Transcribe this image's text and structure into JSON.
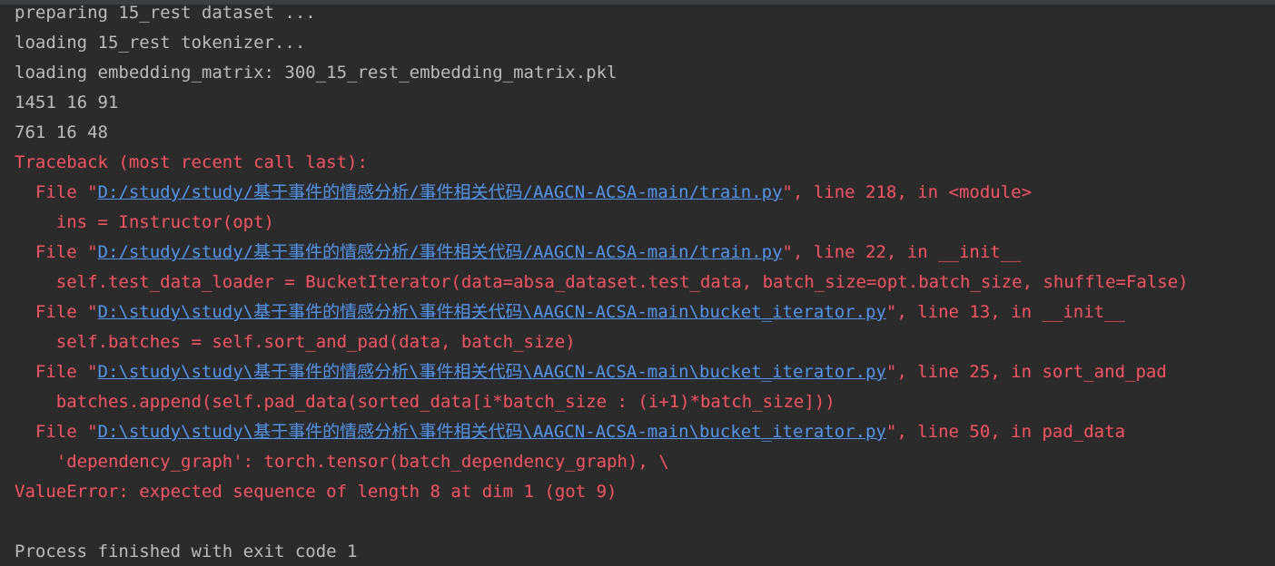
{
  "colors": {
    "background": "#2b2b2b",
    "stdout": "#bbbbbb",
    "stderr": "#f75464",
    "link": "#5394ec"
  },
  "lines": {
    "l1": "preparing 15_rest dataset ...",
    "l2": "loading 15_rest tokenizer...",
    "l3": "loading embedding_matrix: 300_15_rest_embedding_matrix.pkl",
    "l4": "1451 16 91",
    "l5": "761 16 48",
    "traceback": "Traceback (most recent call last):",
    "frame1": {
      "prefix": "  File \"",
      "path": "D:/study/study/基于事件的情感分析/事件相关代码/AAGCN-ACSA-main/train.py",
      "suffix": "\", line 218, in <module>",
      "code": "    ins = Instructor(opt)"
    },
    "frame2": {
      "prefix": "  File \"",
      "path": "D:/study/study/基于事件的情感分析/事件相关代码/AAGCN-ACSA-main/train.py",
      "suffix": "\", line 22, in __init__",
      "code": "    self.test_data_loader = BucketIterator(data=absa_dataset.test_data, batch_size=opt.batch_size, shuffle=False)"
    },
    "frame3": {
      "prefix": "  File \"",
      "path": "D:\\study\\study\\基于事件的情感分析\\事件相关代码\\AAGCN-ACSA-main\\bucket_iterator.py",
      "suffix": "\", line 13, in __init__",
      "code": "    self.batches = self.sort_and_pad(data, batch_size)"
    },
    "frame4": {
      "prefix": "  File \"",
      "path": "D:\\study\\study\\基于事件的情感分析\\事件相关代码\\AAGCN-ACSA-main\\bucket_iterator.py",
      "suffix": "\", line 25, in sort_and_pad",
      "code": "    batches.append(self.pad_data(sorted_data[i*batch_size : (i+1)*batch_size]))"
    },
    "frame5": {
      "prefix": "  File \"",
      "path": "D:\\study\\study\\基于事件的情感分析\\事件相关代码\\AAGCN-ACSA-main\\bucket_iterator.py",
      "suffix": "\", line 50, in pad_data",
      "code": "    'dependency_graph': torch.tensor(batch_dependency_graph), \\"
    },
    "error": "ValueError: expected sequence of length 8 at dim 1 (got 9)",
    "exit": "Process finished with exit code 1"
  }
}
